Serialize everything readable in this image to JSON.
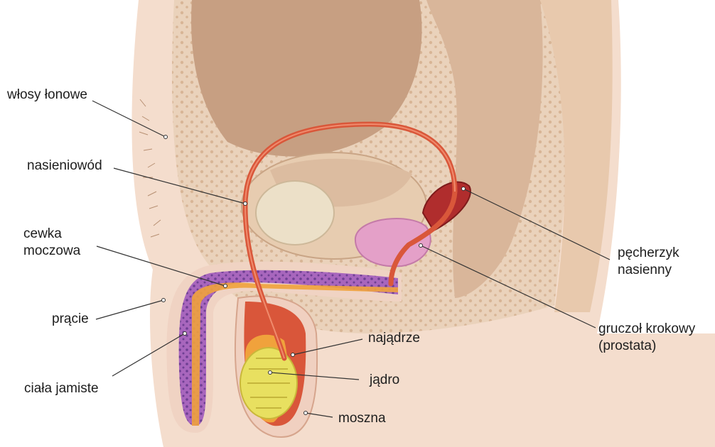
{
  "labels": {
    "pubic_hair": "włosy łonowe",
    "vas_deferens": "nasieniowód",
    "urethra": "cewka\nmoczowa",
    "penis": "prącie",
    "corpora_cavernosa": "ciała jamiste",
    "seminal_vesicle": "pęcherzyk\nnasienny",
    "prostate": "gruczoł krokowy\n(prostata)",
    "epididymis": "najądrze",
    "testis": "jądro",
    "scrotum": "moszna"
  },
  "colors": {
    "skin": "#f3dccb",
    "tissue": "#e6c9ae",
    "bladder": "#e8cdb0",
    "spongy_tissue": "#b47bc6",
    "prostate": "#e4a0c8",
    "vessel": "#d9573a",
    "testis": "#e6df5a",
    "epididymis": "#f0a23c",
    "leader_line": "#333333"
  }
}
